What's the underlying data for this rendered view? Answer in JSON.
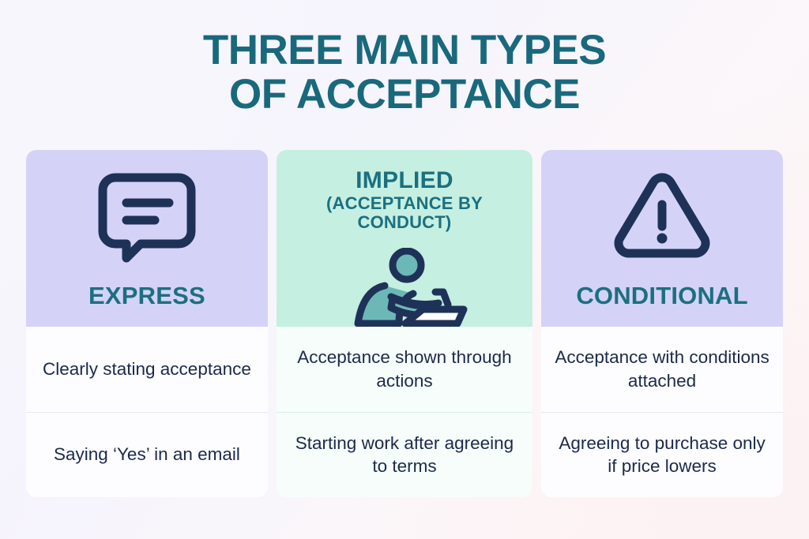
{
  "title": {
    "line1": "THREE MAIN TYPES",
    "line2": "OF ACCEPTANCE",
    "color": "#19697c"
  },
  "theme": {
    "accent_teal": "#1b7080",
    "navy": "#1b2a4b",
    "lavender_header": "#d5d2f8",
    "mint_header": "#c5efe1",
    "body_white": "#fdfcff",
    "body_mint": "#f7fdfa"
  },
  "cards": [
    {
      "key": "express",
      "icon": "speech-bubble-icon",
      "label": "EXPRESS",
      "description": "Clearly stating acceptance",
      "example": "Saying ‘Yes’ in an email",
      "header_bg": "#d5d2f8",
      "body_bg": "#fdfcff"
    },
    {
      "key": "implied",
      "icon": "person-working-at-desk-icon",
      "label_main": "IMPLIED",
      "label_sub_line1": "(ACCEPTANCE BY",
      "label_sub_line2": "CONDUCT)",
      "description": "Acceptance shown through actions",
      "example": "Starting work after agreeing to terms",
      "header_bg": "#c5efe1",
      "body_bg": "#f7fdfa"
    },
    {
      "key": "conditional",
      "icon": "warning-triangle-icon",
      "label": "CONDITIONAL",
      "description": "Acceptance with conditions attached",
      "example": "Agreeing to purchase only if price lowers",
      "header_bg": "#d5d2f8",
      "body_bg": "#fdfcff"
    }
  ]
}
